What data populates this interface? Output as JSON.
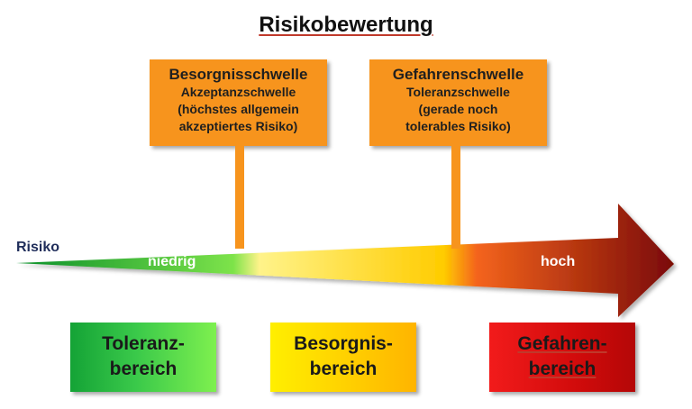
{
  "title": "Risikobewertung",
  "thresholds": [
    {
      "title": "Besorgnisschwelle",
      "subtitle": "Akzeptanzschwelle",
      "note_line1": "(höchstes allgemein",
      "note_line2": "akzeptiertes Risiko)",
      "color": "#f7941d"
    },
    {
      "title": "Gefahrenschwelle",
      "subtitle": "Toleranzschwelle",
      "note_line1": "(gerade noch",
      "note_line2": "tolerables Risiko)",
      "color": "#f7941d"
    }
  ],
  "axis": {
    "label": "Risiko",
    "low_label": "niedrig",
    "high_label": "hoch",
    "gradient_colors": [
      "#0a8f2a",
      "#7de34a",
      "#fff38a",
      "#ffcc00",
      "#f4641c",
      "#7a0a06"
    ]
  },
  "zones": [
    {
      "line1": "Toleranz-",
      "line2": "bereich",
      "color": "#3ac94a"
    },
    {
      "line1": "Besorgnis-",
      "line2": "bereich",
      "color": "#ffd200"
    },
    {
      "line1": "Gefahren-",
      "line2": "bereich",
      "color": "#d10b0b"
    }
  ]
}
